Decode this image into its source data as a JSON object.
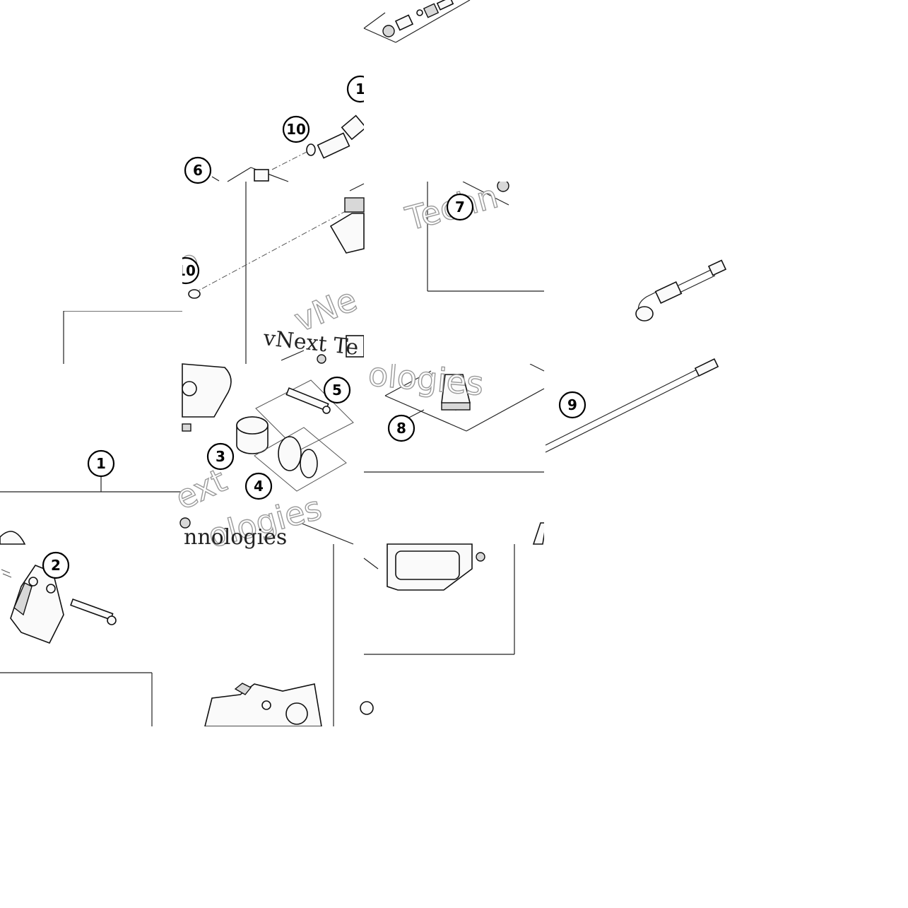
{
  "diagram": {
    "callouts": [
      "1",
      "2",
      "3",
      "4",
      "5",
      "6",
      "7",
      "8",
      "9",
      "10",
      "10",
      "1"
    ],
    "watermark": {
      "serif_fragment_1": "vNext Te",
      "serif_fragment_2": "nnologies",
      "outline_fragment_1": "Techn",
      "outline_fragment_2": "vNe",
      "outline_fragment_3": "ext",
      "outline_fragment_4": "ologies",
      "outline_fragment_5": "ologies",
      "outline_fragment_6": "0"
    }
  }
}
